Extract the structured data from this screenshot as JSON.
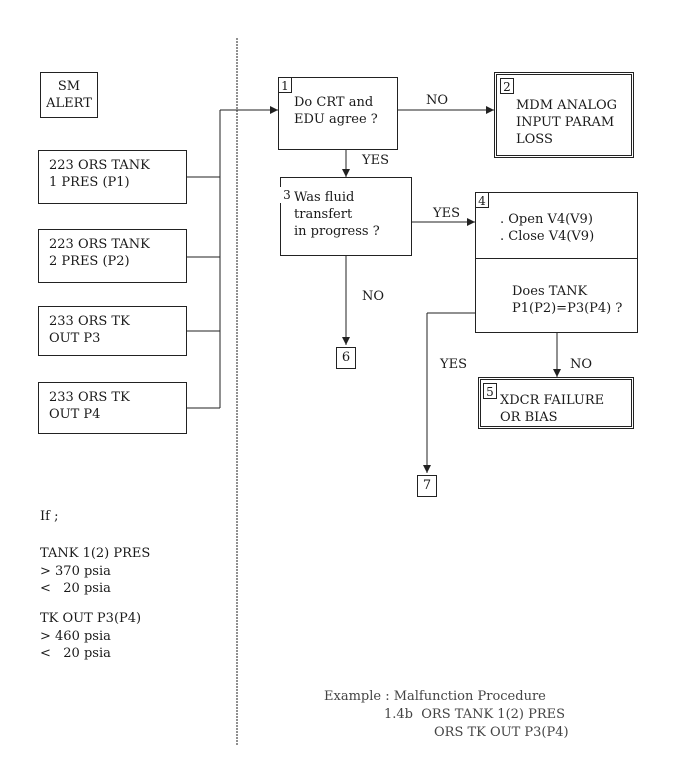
{
  "sm_alert": "SM\nALERT",
  "inputs": [
    "223 ORS TANK\n1 PRES (P1)",
    "223 ORS TANK\n2 PRES (P2)",
    "233 ORS TK\nOUT P3",
    "233 ORS TK\nOUT P4"
  ],
  "steps": {
    "s1": {
      "num": "1",
      "text": "Do CRT and\nEDU agree ?"
    },
    "s2": {
      "num": "2",
      "text": "MDM ANALOG\nINPUT PARAM\nLOSS"
    },
    "s3": {
      "num": "3",
      "text": "Was fluid\ntransfert\nin progress ?"
    },
    "s4": {
      "num": "4",
      "text": ". Open V4(V9)\n. Close V4(V9)",
      "question": "Does TANK\nP1(P2)=P3(P4) ?"
    },
    "s5": {
      "num": "5",
      "text": "XDCR FAILURE\nOR BIAS"
    },
    "t6": "6",
    "t7": "7"
  },
  "labels": {
    "no1": "NO",
    "yes1": "YES",
    "yes3": "YES",
    "no3": "NO",
    "yes4": "YES",
    "no4": "NO"
  },
  "conditions": {
    "if": "If ;",
    "tank_title": "TANK 1(2) PRES",
    "tank_hi": "> 370 psia",
    "tank_lo": "<   20 psia",
    "out_title": "TK OUT P3(P4)",
    "out_hi": "> 460 psia",
    "out_lo": "<   20 psia"
  },
  "example": {
    "line1": "Example : Malfunction Procedure",
    "line2": "1.4b  ORS TANK 1(2) PRES",
    "line3": "ORS TK OUT P3(P4)"
  }
}
